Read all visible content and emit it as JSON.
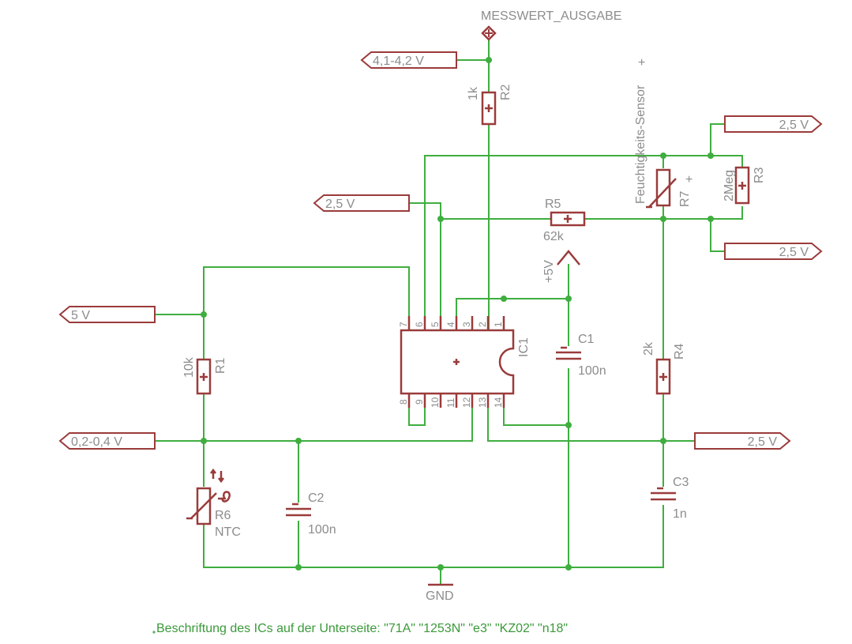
{
  "colors": {
    "wire": "#3fae3f",
    "part": "#9b3b3b",
    "text": "#8c8c8c",
    "note": "#3a9a3a"
  },
  "labels": {
    "messwert": "MESSWERT_AUSGABE",
    "gnd": "GND",
    "plus5v": "+5V",
    "note": "Beschriftung des ICs auf der Unterseite: \"71A\"   \"1253N\"   \"e3\"   \"KZ02\"   \"n18\""
  },
  "flags": {
    "f_41_42": "4,1-4,2 V",
    "f_25_left": "2,5 V",
    "f_5v": "5 V",
    "f_02_04": "0,2-0,4 V",
    "f_25_top": "2,5 V",
    "f_25_mid": "2,5 V",
    "f_25_bottom": "2,5 V"
  },
  "parts": {
    "r1": {
      "name": "R1",
      "value": "10k"
    },
    "r2": {
      "name": "R2",
      "value": "1k"
    },
    "r3": {
      "name": "R3",
      "value": "2Meg"
    },
    "r4": {
      "name": "R4",
      "value": "2k"
    },
    "r5": {
      "name": "R5",
      "value": "62k"
    },
    "r6": {
      "name": "R6",
      "value": "NTC"
    },
    "r7": {
      "name": "R7",
      "value": "Feuchtigkeits-Sensor"
    },
    "c1": {
      "name": "C1",
      "value": "100n"
    },
    "c2": {
      "name": "C2",
      "value": "100n"
    },
    "c3": {
      "name": "C3",
      "value": "1n"
    },
    "ic1": {
      "name": "IC1"
    }
  },
  "ic_pins": {
    "top": [
      "7",
      "6",
      "5",
      "4",
      "3",
      "2",
      "1"
    ],
    "bottom": [
      "8",
      "9",
      "10",
      "11",
      "12",
      "13",
      "14"
    ]
  }
}
